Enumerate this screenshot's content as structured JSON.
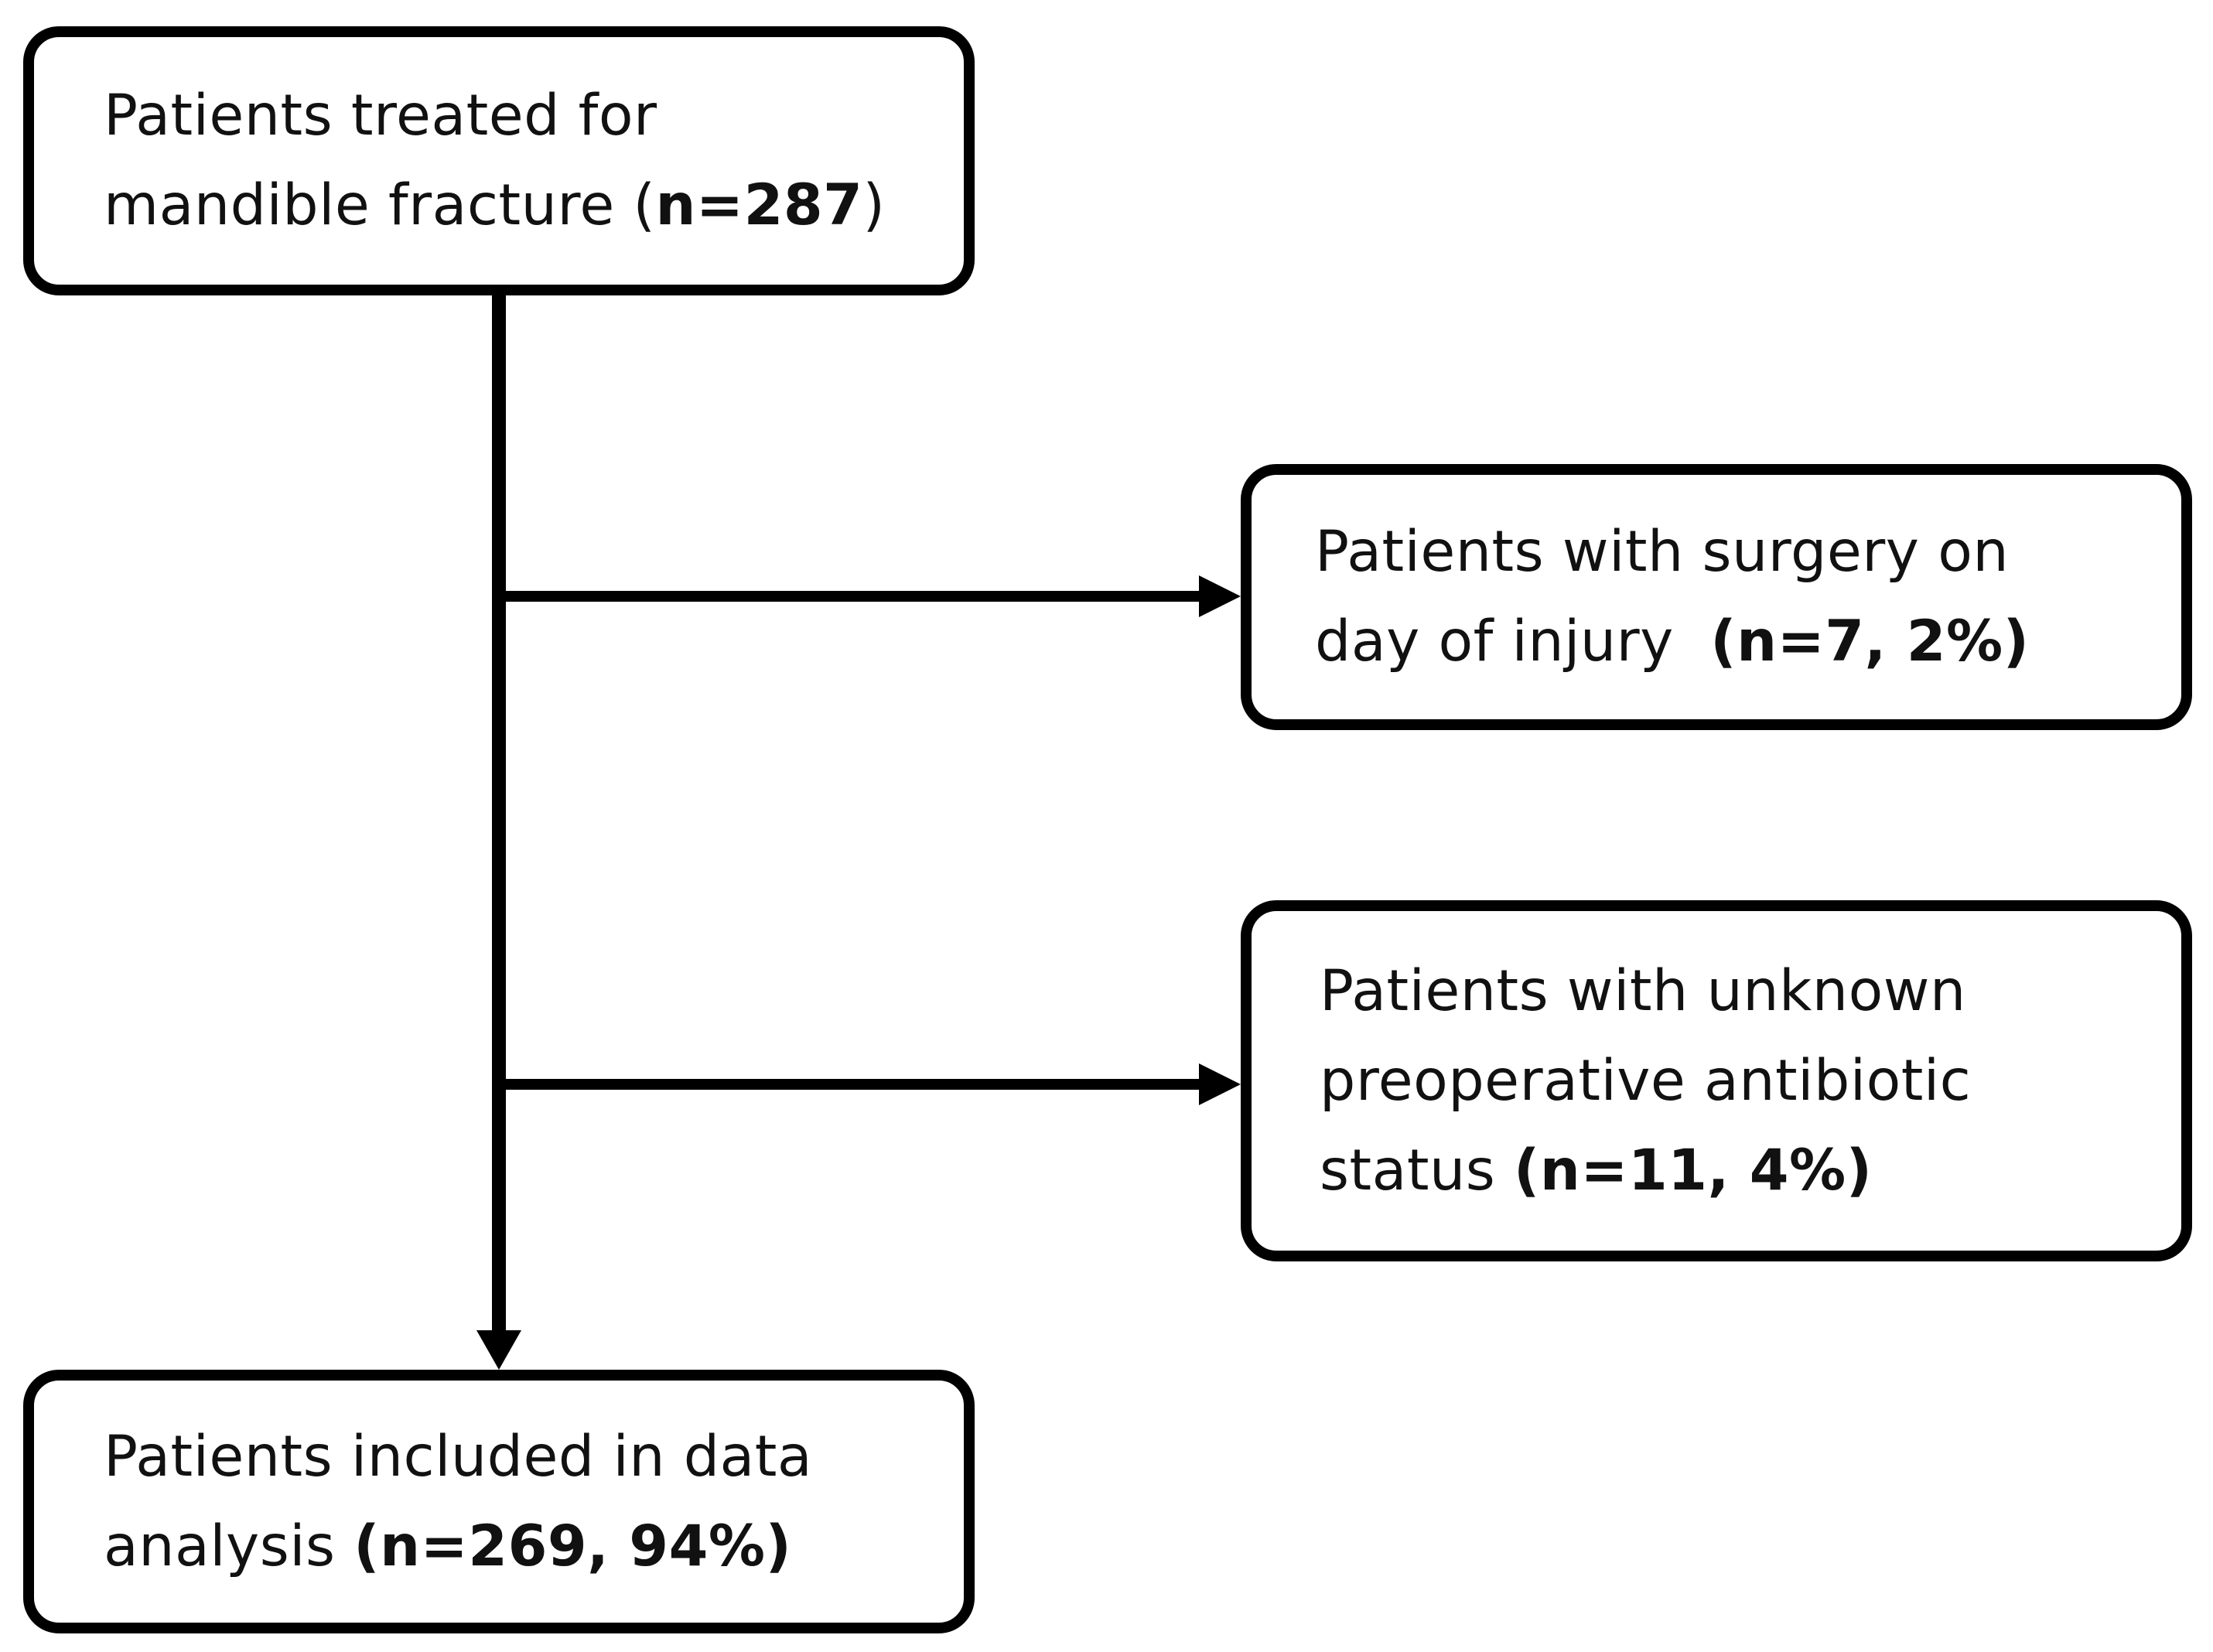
{
  "boxes": {
    "total": {
      "line1": "Patients treated for",
      "line2_prefix": "mandible fracture (",
      "line2_count": "n=287",
      "line2_suffix": ")"
    },
    "same_day": {
      "line1": "Patients with surgery on",
      "line2_prefix": "day of injury  ",
      "line2_count": "(n=7, 2%)"
    },
    "unknown": {
      "line1": "Patients with unknown",
      "line2": "preoperative antibiotic",
      "line3_prefix": "status ",
      "line3_count": "(n=11, 4%)"
    },
    "included": {
      "line1": "Patients included in data",
      "line2_prefix": "analysis ",
      "line2_count": "(n=269, 94%)"
    }
  },
  "style": {
    "stroke_color": "#000000",
    "box_fill": "#ffffff",
    "text_color": "#111111"
  }
}
